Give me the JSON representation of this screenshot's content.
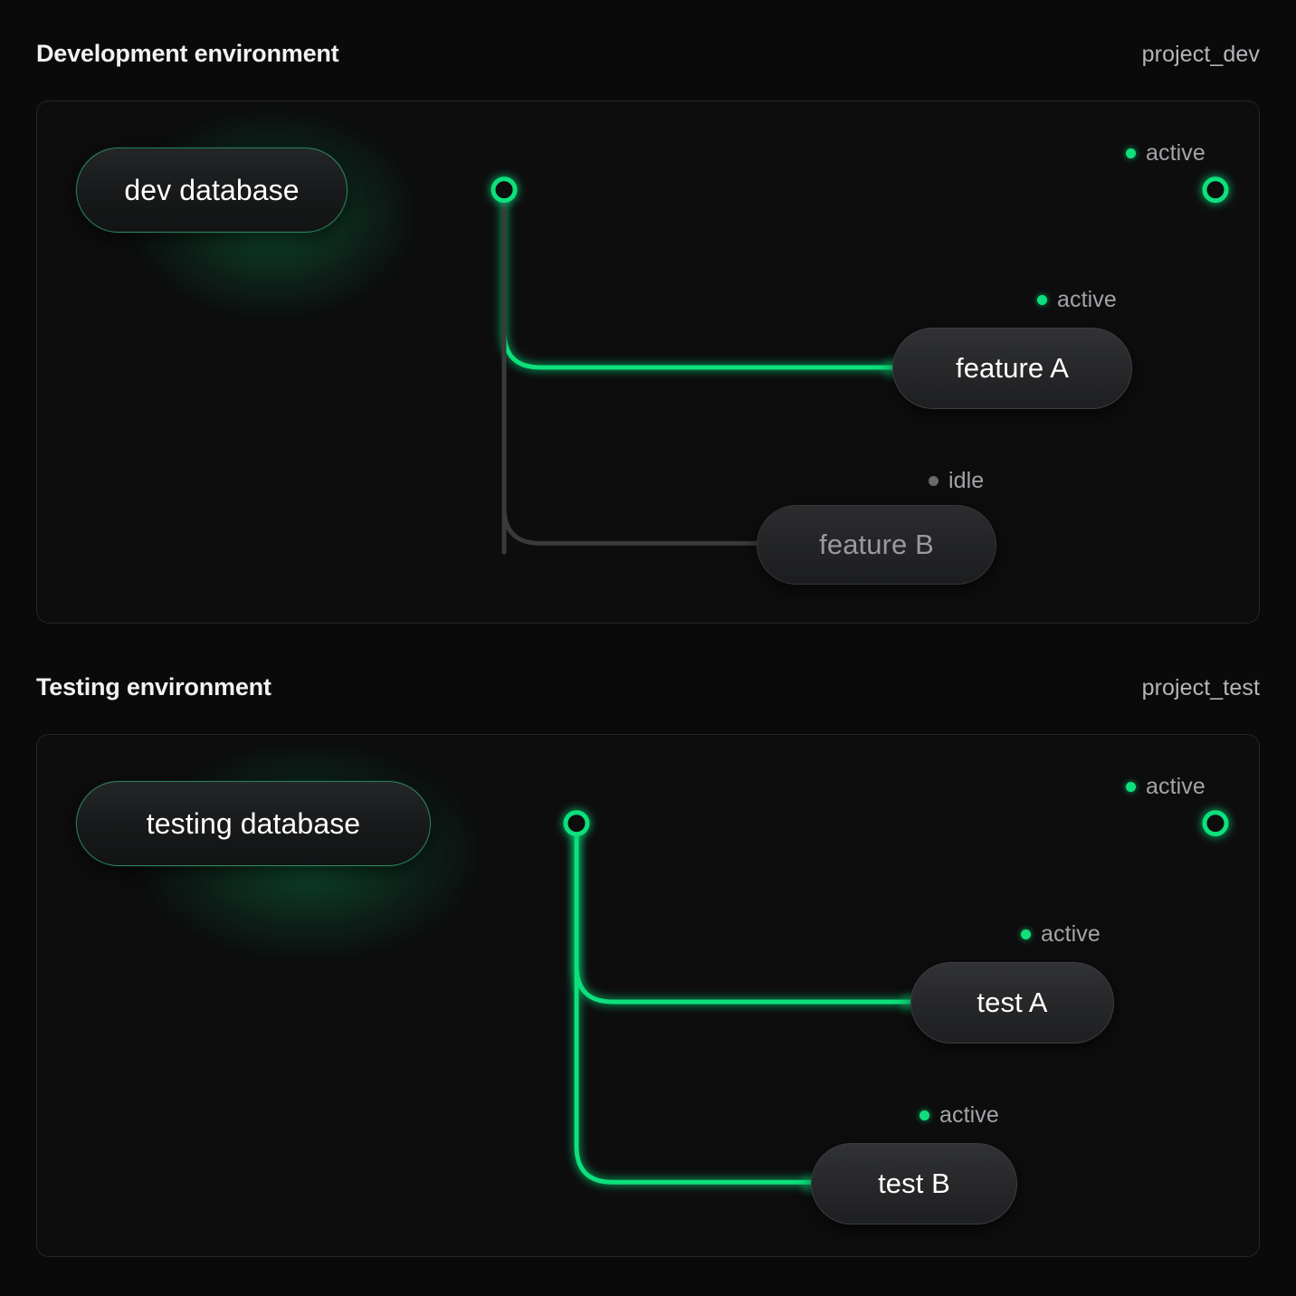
{
  "theme": {
    "background": "#0a0a0b",
    "panel_background": "#0d0d0e",
    "panel_border": "#26262a",
    "accent_green": "#10e07c",
    "idle_gray": "#3a3a3c",
    "text_primary": "#f2f2f3",
    "text_muted": "#a3a3a8"
  },
  "sections": [
    {
      "title": "Development environment",
      "project": "project_dev",
      "database": {
        "label": "dev database",
        "status": "active"
      },
      "trunk": {
        "status": "active",
        "status_label": "active"
      },
      "branches": [
        {
          "label": "feature A",
          "status": "active",
          "status_label": "active"
        },
        {
          "label": "feature B",
          "status": "idle",
          "status_label": "idle"
        }
      ]
    },
    {
      "title": "Testing environment",
      "project": "project_test",
      "database": {
        "label": "testing database",
        "status": "active"
      },
      "trunk": {
        "status": "active",
        "status_label": "active"
      },
      "branches": [
        {
          "label": "test A",
          "status": "active",
          "status_label": "active"
        },
        {
          "label": "test B",
          "status": "active",
          "status_label": "active"
        }
      ]
    }
  ]
}
